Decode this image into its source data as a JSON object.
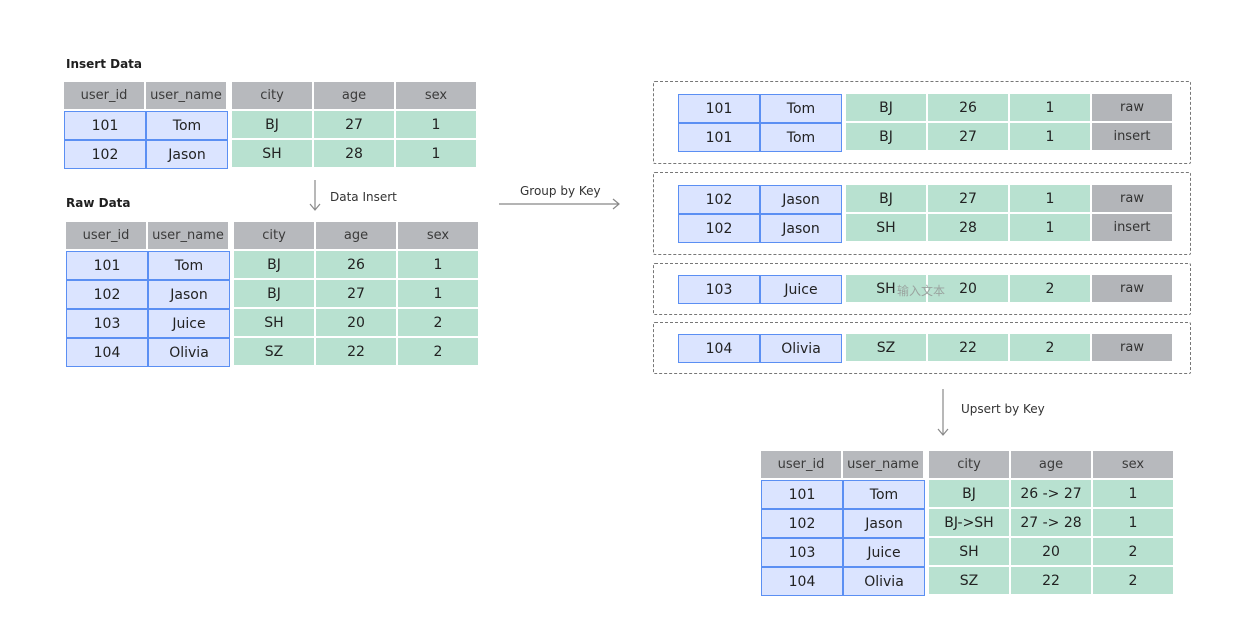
{
  "insert_data": {
    "title": "Insert Data",
    "headers": [
      "user_id",
      "user_name",
      "city",
      "age",
      "sex"
    ],
    "rows": [
      [
        "101",
        "Tom",
        "BJ",
        "27",
        "1"
      ],
      [
        "102",
        "Jason",
        "SH",
        "28",
        "1"
      ]
    ]
  },
  "raw_data": {
    "title": "Raw Data",
    "headers": [
      "user_id",
      "user_name",
      "city",
      "age",
      "sex"
    ],
    "rows": [
      [
        "101",
        "Tom",
        "BJ",
        "26",
        "1"
      ],
      [
        "102",
        "Jason",
        "BJ",
        "27",
        "1"
      ],
      [
        "103",
        "Juice",
        "SH",
        "20",
        "2"
      ],
      [
        "104",
        "Olivia",
        "SZ",
        "22",
        "2"
      ]
    ]
  },
  "arrows": {
    "data_insert": "Data Insert",
    "group_by_key": "Group by Key",
    "upsert_by_key": "Upsert by Key"
  },
  "groups": [
    {
      "rows": [
        [
          "101",
          "Tom",
          "BJ",
          "26",
          "1",
          "raw"
        ],
        [
          "101",
          "Tom",
          "BJ",
          "27",
          "1",
          "insert"
        ]
      ]
    },
    {
      "rows": [
        [
          "102",
          "Jason",
          "BJ",
          "27",
          "1",
          "raw"
        ],
        [
          "102",
          "Jason",
          "SH",
          "28",
          "1",
          "insert"
        ]
      ]
    },
    {
      "rows": [
        [
          "103",
          "Juice",
          "SH",
          "20",
          "2",
          "raw"
        ]
      ]
    },
    {
      "rows": [
        [
          "104",
          "Olivia",
          "SZ",
          "22",
          "2",
          "raw"
        ]
      ]
    }
  ],
  "overlay_text": "输入文本",
  "result": {
    "headers": [
      "user_id",
      "user_name",
      "city",
      "age",
      "sex"
    ],
    "rows": [
      [
        "101",
        "Tom",
        "BJ",
        "26 -> 27",
        "1"
      ],
      [
        "102",
        "Jason",
        "BJ->SH",
        "27 -> 28",
        "1"
      ],
      [
        "103",
        "Juice",
        "SH",
        "20",
        "2"
      ],
      [
        "104",
        "Olivia",
        "SZ",
        "22",
        "2"
      ]
    ]
  },
  "colors": {
    "key_fill": "#dbe4ff",
    "key_border": "#5b8ff3",
    "value_fill": "#b8e1d0",
    "header_fill": "#b7b9bd",
    "tag_fill": "#b3b5b9"
  }
}
